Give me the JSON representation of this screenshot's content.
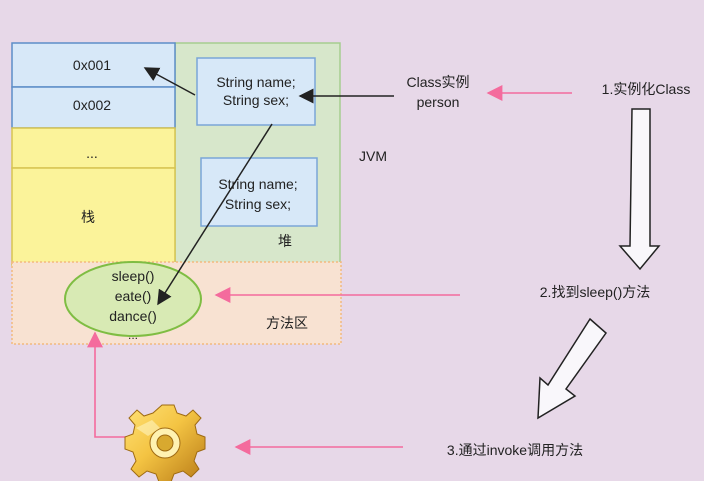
{
  "diagram": {
    "stack_cells": [
      "0x001",
      "0x002",
      "...",
      "栈"
    ],
    "heap_objects": [
      [
        "String name;",
        "String sex;"
      ],
      [
        "String name;",
        "String sex;"
      ]
    ],
    "heap_label": "堆",
    "jvm_label": "JVM",
    "method_area_label": "方法区",
    "method_items": [
      "sleep()",
      "eate()",
      "dance()",
      "..."
    ],
    "class_instance": {
      "line1": "Class实例",
      "line2": "person"
    },
    "steps": [
      "1.实例化Class",
      "2.找到sleep()方法",
      "3.通过invoke调用方法"
    ],
    "colors": {
      "background": "#e7d8e8",
      "stack_blue": "#d7e8f8",
      "stack_yellow": "#fbf39a",
      "heap_green": "#d7e7cb",
      "method_area": "#f8e2d2",
      "method_oval": "#d8eab4",
      "accent_pink": "#f46b9d",
      "arrow_black": "#222222",
      "gear_gold": "#d8a92f"
    }
  }
}
